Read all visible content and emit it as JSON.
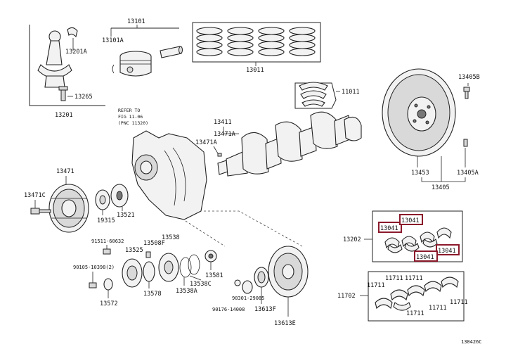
{
  "labels": {
    "p13101": "13101",
    "p13101A": "13101A",
    "p13201A": "13201A",
    "p13265": "13265",
    "p13201": "13201",
    "p13011": "13011",
    "p11011": "11011",
    "p13405B": "13405B",
    "ref_line1": "REFER TO",
    "ref_line2": "FIG 11-06",
    "ref_line3": "(PNC 11320)",
    "p13411": "13411",
    "p13471A_1": "13471A",
    "p13471A_2": "13471A",
    "p13471": "13471",
    "p13471C": "13471C",
    "p19315": "19315",
    "p13521": "13521",
    "p13453": "13453",
    "p13405A": "13405A",
    "p13405": "13405",
    "p13202": "13202",
    "p13041_a": "13041",
    "p13041_b": "13041",
    "p13041_c": "13041",
    "p13041_d": "13041",
    "p91511": "91511-60632",
    "p13525": "13525",
    "p13508F": "13508F",
    "p13538": "13538",
    "p90105": "90105-10398(2)",
    "p13578": "13578",
    "p13538C": "13538C",
    "p13581": "13581",
    "p13538A": "13538A",
    "p13572": "13572",
    "p90301": "90301-29085",
    "p90176": "90176-14008",
    "p13613F": "13613F",
    "p13613E": "13613E",
    "p11702": "11702",
    "p11711_a": "11711",
    "p11711_b": "11711",
    "p11711_c": "11711",
    "p11711_d": "11711",
    "p11711_e": "11711",
    "p11711_f": "11711",
    "fig_code": "130426C"
  },
  "colors": {
    "highlight": "#8b1a2b",
    "line": "#222222",
    "background": "#ffffff"
  }
}
